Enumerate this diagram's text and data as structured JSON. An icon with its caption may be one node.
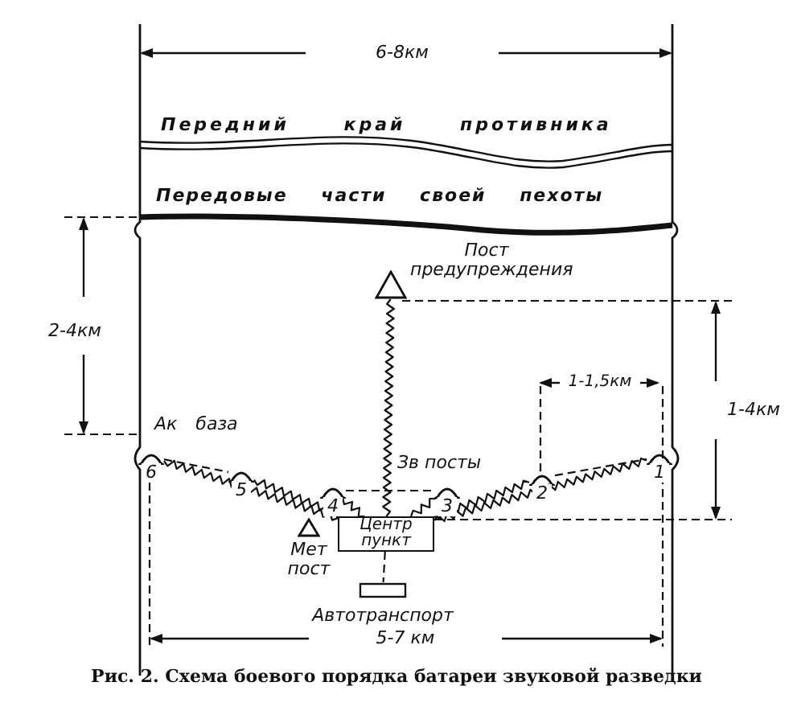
{
  "diagram": {
    "caption": "Рис. 2. Схема боевого порядка батареи звуковой разведки",
    "nodes": [
      {
        "text": [
          "Пост предупреждения"
        ]
      },
      {
        "text": [
          "1"
        ]
      },
      {
        "text": [
          "2"
        ]
      },
      {
        "text": [
          "3"
        ]
      },
      {
        "text": [
          "4"
        ]
      },
      {
        "text": [
          "5"
        ]
      },
      {
        "text": [
          "6"
        ],
        "beside": [
          "Ак база"
        ]
      },
      {
        "text": [
          "Мет пост"
        ]
      },
      {
        "text": [
          "Центр пункт"
        ]
      },
      {
        "text": [
          "Автотранспорт"
        ]
      }
    ],
    "edges": [
      {
        "from": 0,
        "to": 8,
        "arrow": "none"
      },
      {
        "from": 1,
        "to": 8,
        "arrow": "none"
      },
      {
        "from": 2,
        "to": 8,
        "arrow": "none"
      },
      {
        "from": 3,
        "to": 8,
        "arrow": "none"
      },
      {
        "from": 4,
        "to": 8,
        "arrow": "none"
      },
      {
        "from": 5,
        "to": 8,
        "arrow": "none"
      },
      {
        "from": 6,
        "to": 8,
        "arrow": "none"
      },
      {
        "from": 6,
        "to": 5,
        "arrow": "none",
        "style": "dashed"
      },
      {
        "from": 4,
        "to": 3,
        "arrow": "none",
        "style": "dashed"
      },
      {
        "from": 2,
        "to": 1,
        "arrow": "none",
        "style": "dashed"
      },
      {
        "from": 8,
        "to": 9,
        "arrow": "none",
        "style": "dashed"
      }
    ],
    "labels": [
      "6-8км",
      "Передний край противника",
      "Передовые части своей пехоты",
      "2-4км",
      "Зв посты",
      "1-1,5км",
      "1-4км",
      "5-7 км"
    ]
  }
}
